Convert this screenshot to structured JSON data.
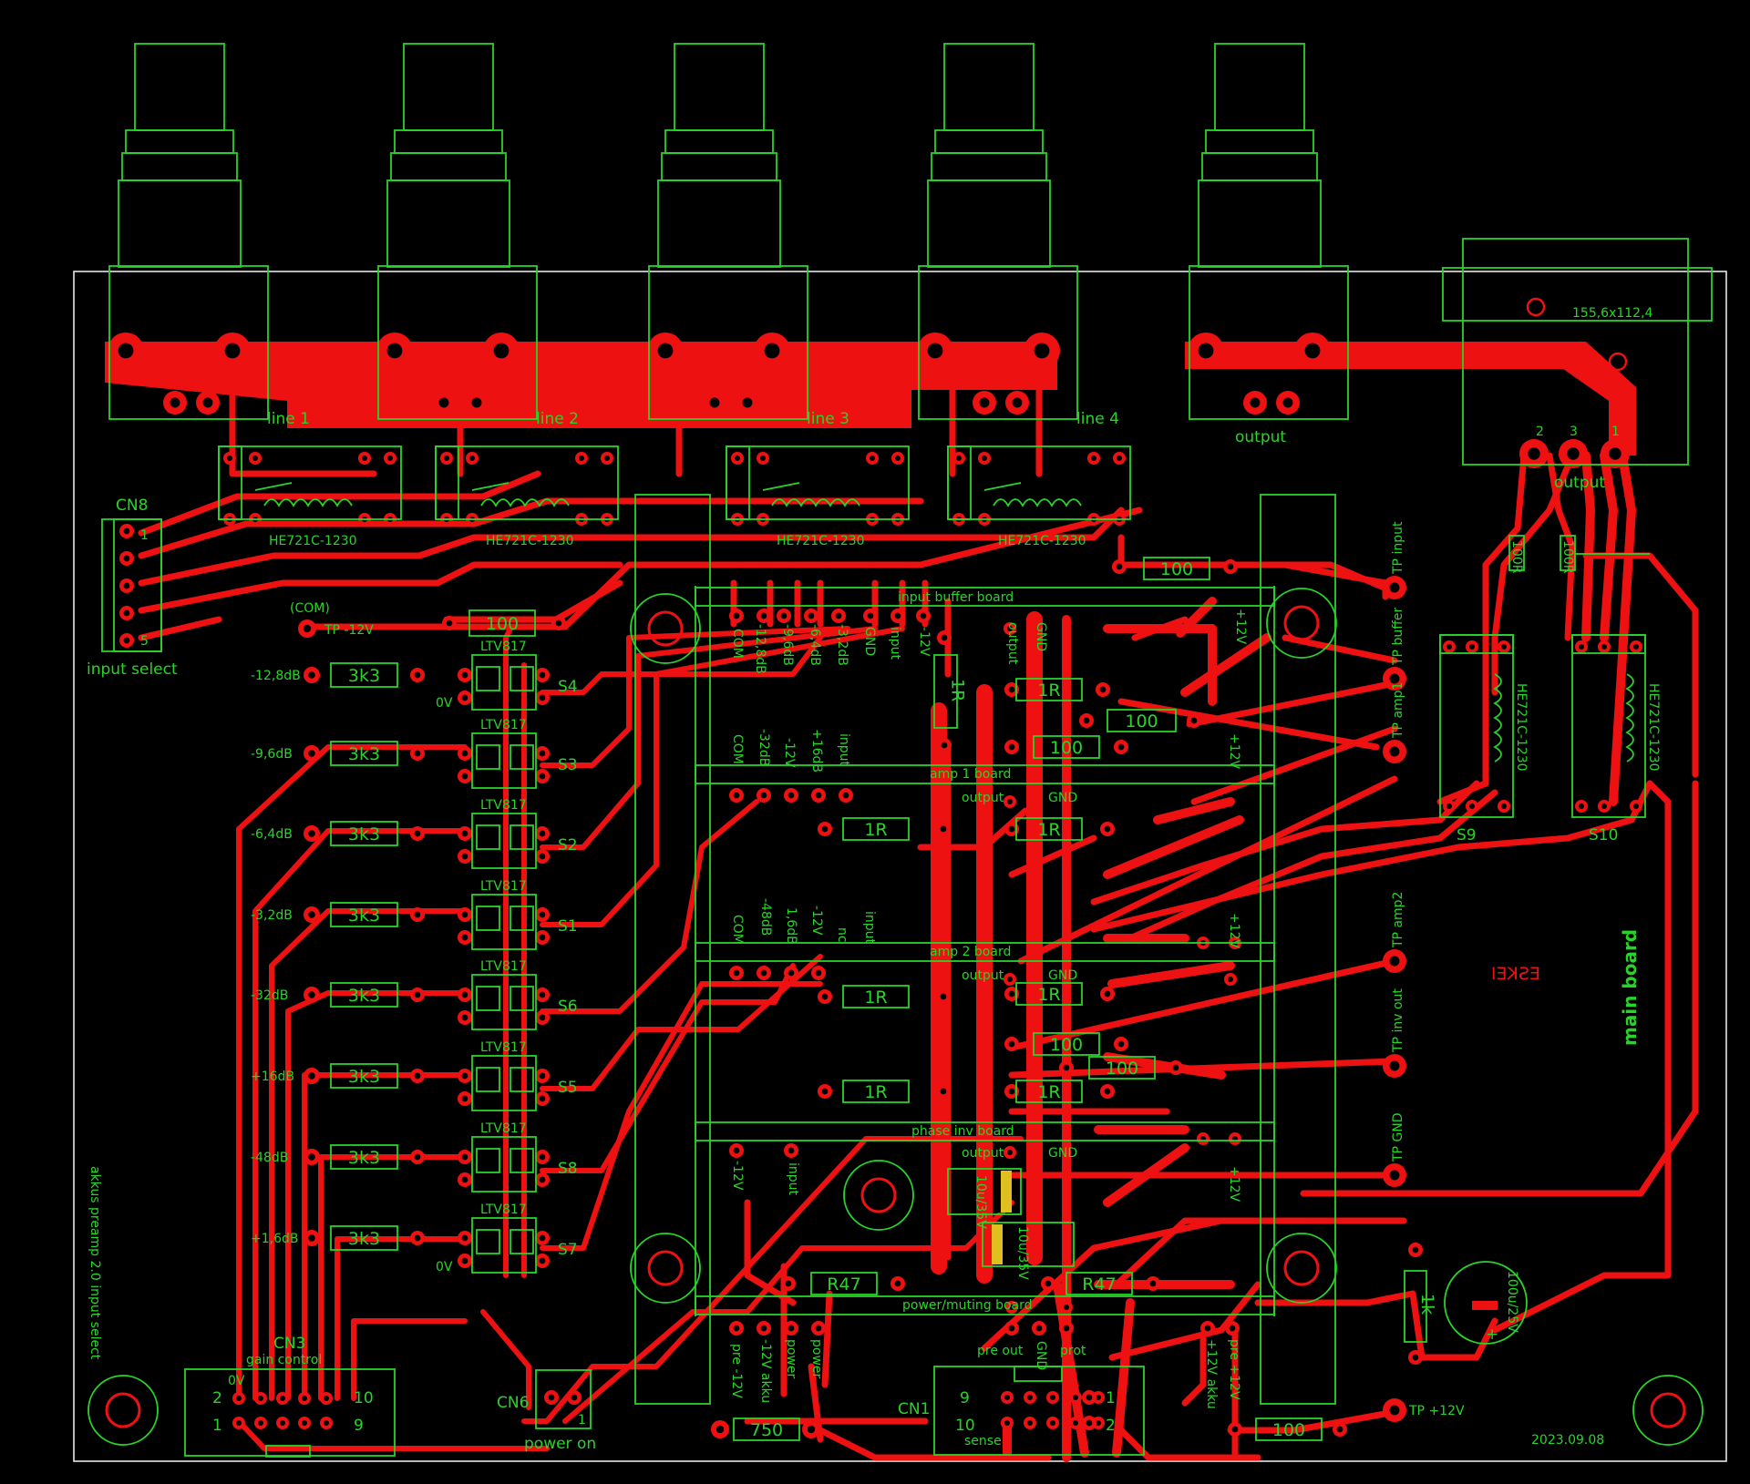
{
  "board": {
    "name": "main board",
    "dimensions": "155,6x112,4",
    "date": "2023.09.08",
    "mirror_label": "ESKEI",
    "side_note": "akkus preamp 2.0 input select"
  },
  "connectors": {
    "jacks": [
      "line 1",
      "line 2",
      "line 3",
      "line 4",
      "output"
    ],
    "output_xlr": {
      "label": "output",
      "pins": [
        "2",
        "3",
        "1"
      ]
    },
    "cn8": {
      "name": "CN8",
      "label": "input select",
      "pin_first": "1",
      "pin_last": "5"
    },
    "cn3": {
      "name": "CN3",
      "label": "gain control",
      "zero": "0V",
      "pins": [
        "2",
        "1",
        "10",
        "9"
      ]
    },
    "cn6": {
      "name": "CN6",
      "label": "power on",
      "pin": "1"
    },
    "cn1": {
      "name": "CN1",
      "pins": [
        "9",
        "10",
        "1",
        "2"
      ],
      "sense": "sense"
    }
  },
  "relays": [
    "HE721C-1230",
    "HE721C-1230",
    "HE721C-1230",
    "HE721C-1230",
    "HE721C-1230",
    "HE721C-1230"
  ],
  "relay_switches": [
    "S9",
    "S10"
  ],
  "optocouplers": {
    "part": "LTV817",
    "rows": [
      {
        "gain": "-12,8dB",
        "res": "3k3",
        "sw": "S4"
      },
      {
        "gain": "-9,6dB",
        "res": "3k3",
        "sw": "S3"
      },
      {
        "gain": "-6,4dB",
        "res": "3k3",
        "sw": "S2"
      },
      {
        "gain": "-3,2dB",
        "res": "3k3",
        "sw": "S1"
      },
      {
        "gain": "-32dB",
        "res": "3k3",
        "sw": "S6"
      },
      {
        "gain": "+16dB",
        "res": "3k3",
        "sw": "S5"
      },
      {
        "gain": "-48dB",
        "res": "3k3",
        "sw": "S8"
      },
      {
        "gain": "+1,6dB",
        "res": "3k3",
        "sw": "S7"
      }
    ],
    "zero_top": "0V",
    "zero_bottom": "0V"
  },
  "boards": [
    "input buffer board",
    "amp 1 board",
    "amp 2 board",
    "phase inv board",
    "power/muting board"
  ],
  "pin_labels": {
    "input_buffer": [
      "COM",
      "-12,8dB",
      "-9,6dB",
      "-6,4dB",
      "-3,2dB",
      "GND",
      "input",
      "-12V",
      "output",
      "GND",
      "+12V"
    ],
    "amp1": [
      "COM",
      "-32dB",
      "-12V",
      "+16dB",
      "input",
      "output",
      "GND",
      "+12V"
    ],
    "amp2": [
      "COM",
      "-48dB",
      "1,6dB",
      "-12V",
      "nc",
      "input",
      "output",
      "GND",
      "+12V"
    ],
    "phase_inv": [
      "-12V",
      "input",
      "output",
      "GND",
      "+12V"
    ],
    "power": [
      "pre -12V",
      "-12V akku",
      "power",
      "power",
      "pre out",
      "GND",
      "prot",
      "+12V akku",
      "pre +12V"
    ]
  },
  "com_label": "(COM)",
  "tp_neg12": "TP -12V",
  "testpoints": [
    "TP input",
    "TP buffer",
    "TP amp1",
    "TP amp2",
    "TP inv out",
    "TP GND",
    "TP +12V"
  ],
  "resistors": {
    "r100": "100",
    "r1R": "1R",
    "r47": "R47",
    "r750": "750",
    "r1k": "1k",
    "r100_small": "100R"
  },
  "caps": {
    "c1": "10u/35V",
    "c2": "10u/35V",
    "c3": "100u/25V"
  },
  "colors": {
    "copper": "#ee1111",
    "silkscreen": "#29d429",
    "background": "#000000",
    "outline": "#e6e6e6"
  }
}
